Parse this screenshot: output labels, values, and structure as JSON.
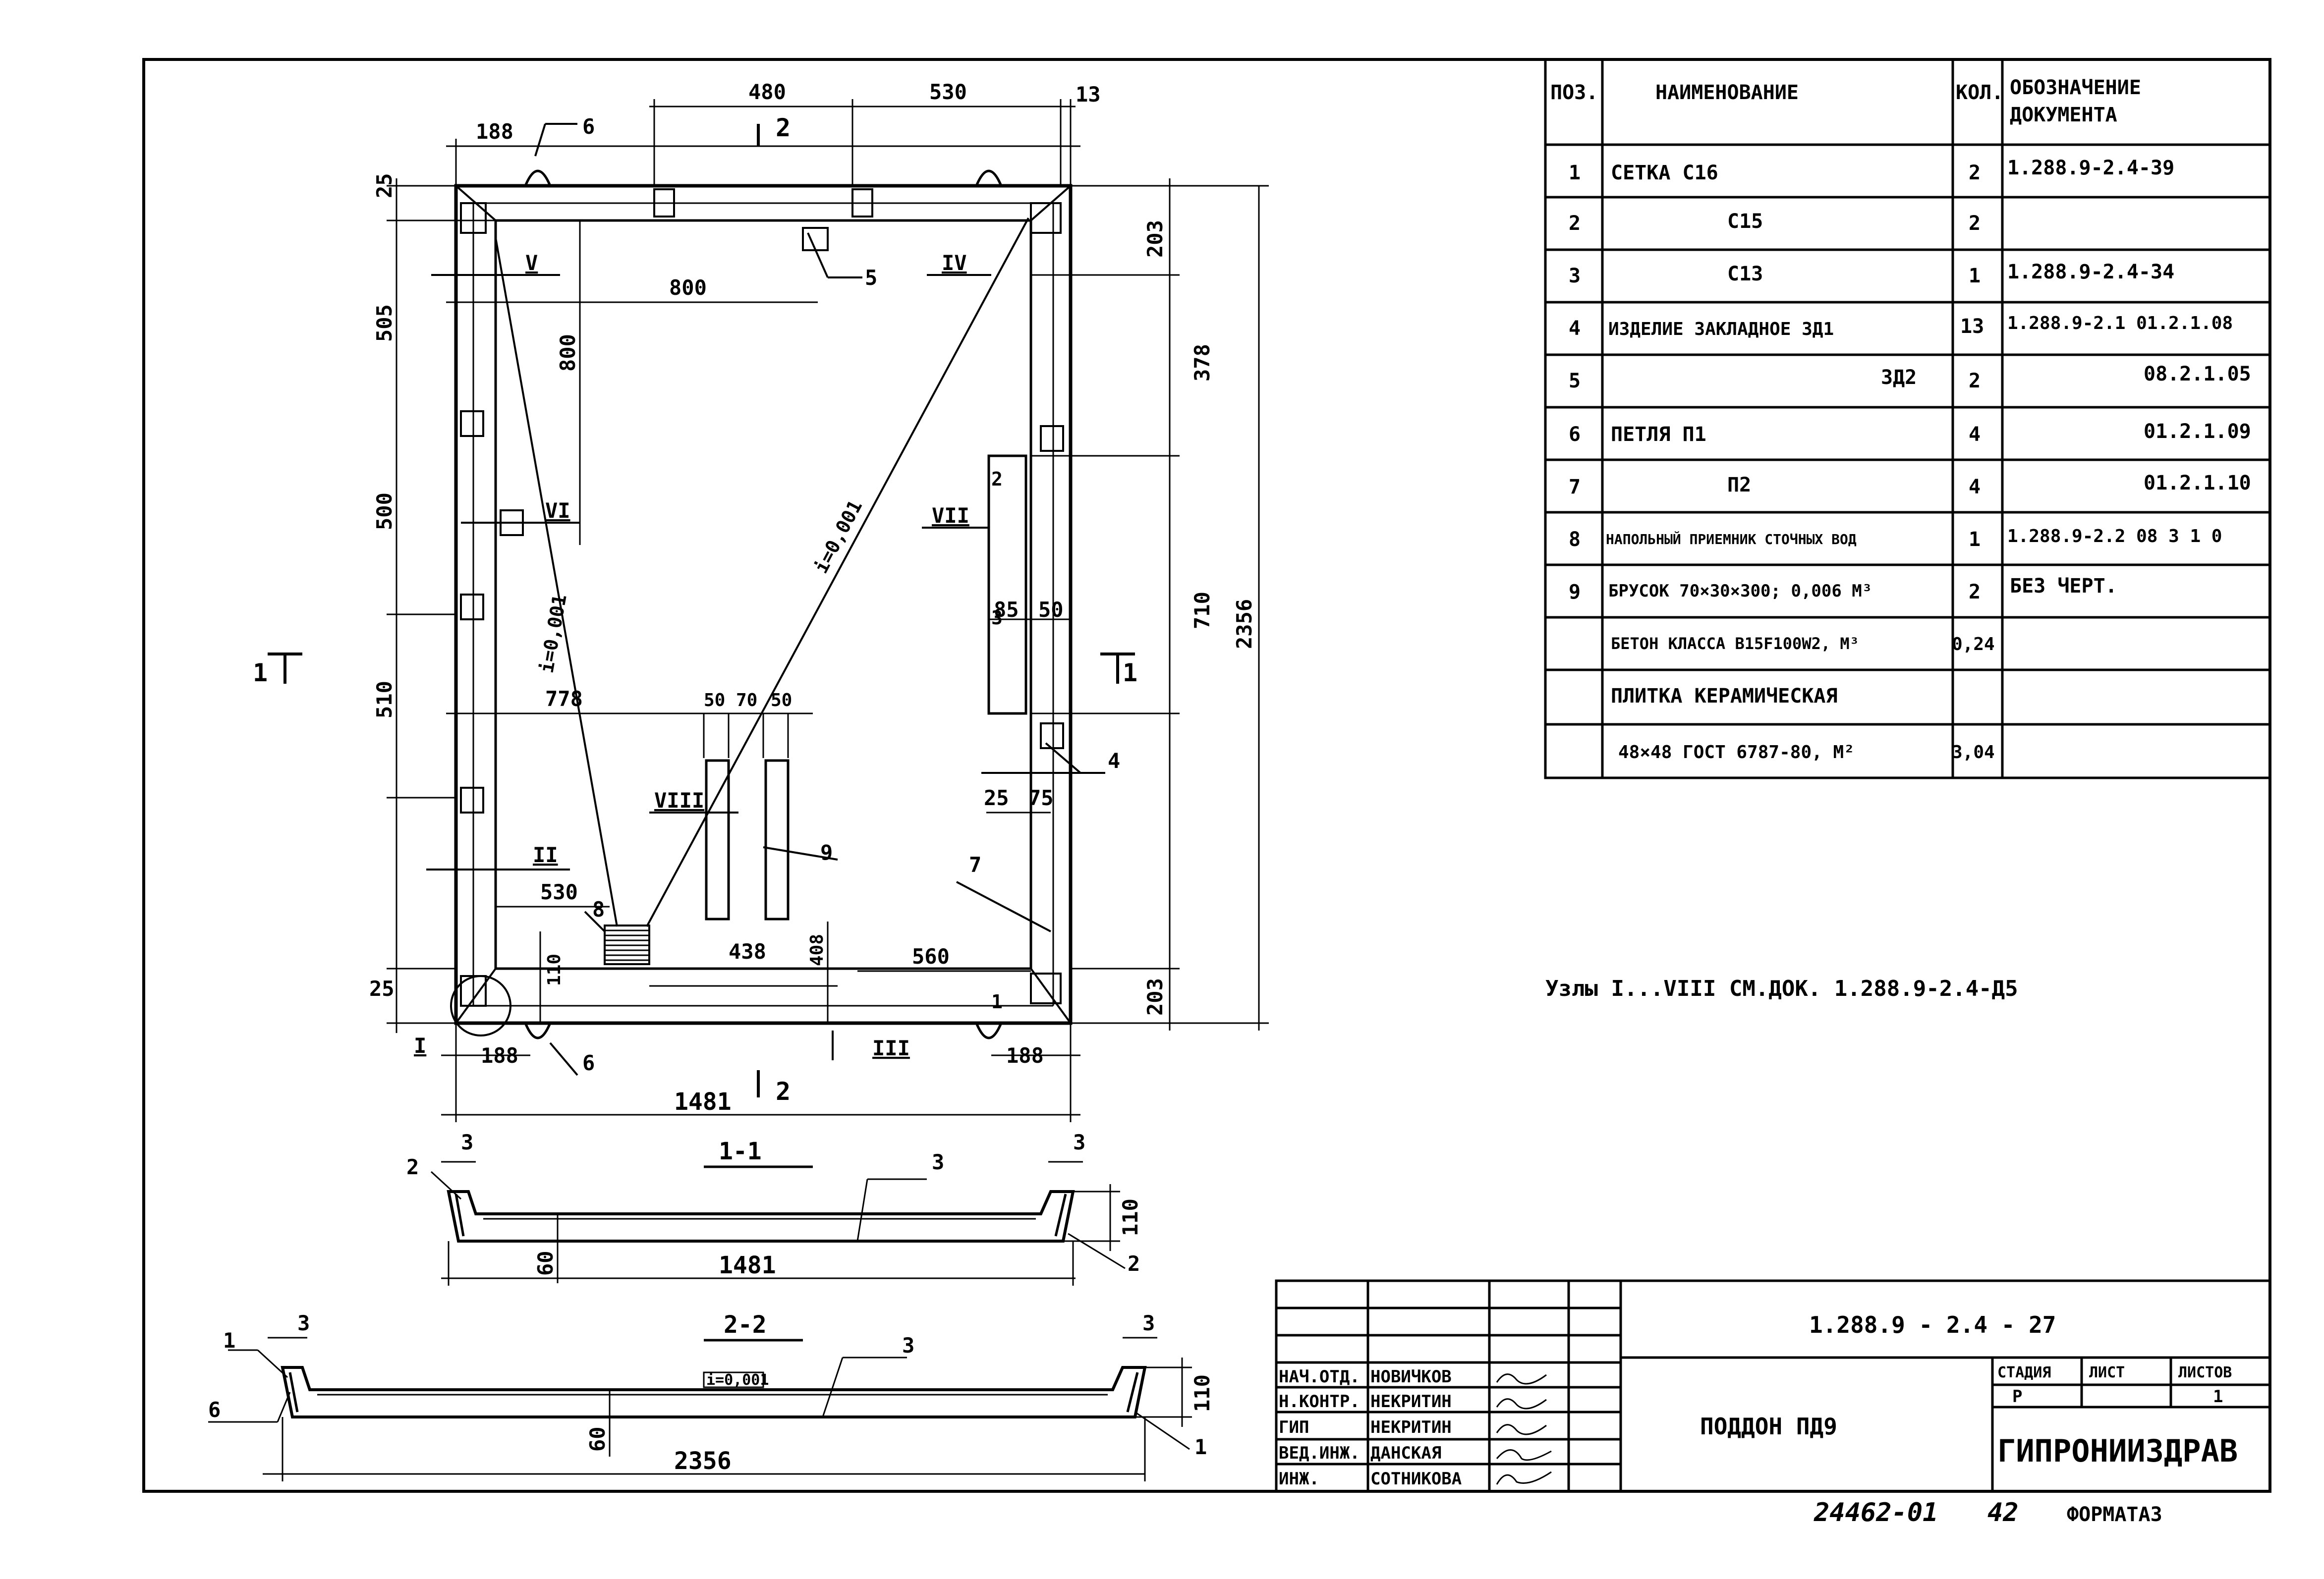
{
  "spec_table": {
    "headers": {
      "pos": "ПОЗ.",
      "name": "НАИМЕНОВАНИЕ",
      "qty": "КОЛ.",
      "doc_line1": "ОБОЗНАЧЕНИЕ",
      "doc_line2": "ДОКУМЕНТА"
    },
    "rows": [
      {
        "pos": "1",
        "name": "СЕТКА   С16",
        "qty": "2",
        "doc": "1.288.9-2.4-39"
      },
      {
        "pos": "2",
        "name": "С15",
        "qty": "2",
        "doc": ""
      },
      {
        "pos": "3",
        "name": "С13",
        "qty": "1",
        "doc": "1.288.9-2.4-34"
      },
      {
        "pos": "4",
        "name": "ИЗДЕЛИЕ ЗАКЛАДНОЕ  ЗД1",
        "qty": "13",
        "doc": "1.288.9-2.1 01.2.1.08"
      },
      {
        "pos": "5",
        "name": "ЗД2",
        "qty": "2",
        "doc": "08.2.1.05"
      },
      {
        "pos": "6",
        "name": "ПЕТЛЯ    П1",
        "qty": "4",
        "doc": "01.2.1.09"
      },
      {
        "pos": "7",
        "name": "П2",
        "qty": "4",
        "doc": "01.2.1.10"
      },
      {
        "pos": "8",
        "name": "НАПОЛЬНЫЙ ПРИЕМНИК СТОЧНЫХ ВОД",
        "qty": "1",
        "doc": "1.288.9-2.2 08 3 1 0"
      },
      {
        "pos": "9",
        "name": "БРУСОК 70×30×300; 0,006 М³",
        "qty": "2",
        "doc": "БЕЗ  ЧЕРТ."
      },
      {
        "pos": "",
        "name": "БЕТОН КЛАССА В15F100W2, М³",
        "qty": "0,24",
        "doc": ""
      },
      {
        "pos": "",
        "name": "ПЛИТКА  КЕРАМИЧЕСКАЯ",
        "qty": "",
        "doc": ""
      },
      {
        "pos": "",
        "name": "48×48   ГОСТ 6787-80, М²",
        "qty": "3,04",
        "doc": ""
      }
    ]
  },
  "note": "Узлы  I...VIII  СМ.ДОК.  1.288.9-2.4-Д5",
  "plan": {
    "dims_top": [
      "188",
      "480",
      "530",
      "13"
    ],
    "dims_left": [
      "25",
      "505",
      "500",
      "510",
      "25"
    ],
    "dims_right": [
      "203",
      "378",
      "710",
      "2356",
      "203"
    ],
    "dims_bottom": [
      "188",
      "188",
      "1481"
    ],
    "dims_inner": [
      "800",
      "800",
      "778",
      "50",
      "70",
      "50",
      "85",
      "50",
      "25",
      "75",
      "530",
      "110",
      "438",
      "408",
      "560"
    ],
    "slopes": [
      "i=0,001",
      "i=0,001"
    ],
    "nodes": [
      "I",
      "II",
      "III",
      "IV",
      "V",
      "VI",
      "VII",
      "VIII"
    ],
    "section_marks": [
      "1",
      "1",
      "2",
      "2"
    ],
    "callouts": [
      "1",
      "2",
      "3",
      "4",
      "5",
      "6",
      "6",
      "7",
      "8",
      "9"
    ]
  },
  "section_1_1": {
    "title": "1-1",
    "dims": [
      "3",
      "3",
      "110",
      "60",
      "1481"
    ],
    "callouts": [
      "2",
      "3",
      "2"
    ]
  },
  "section_2_2": {
    "title": "2-2",
    "dims": [
      "3",
      "3",
      "110",
      "60",
      "2356"
    ],
    "slope": "i=0,001",
    "callouts": [
      "1",
      "6",
      "3",
      "1"
    ]
  },
  "title_block": {
    "doc_number": "1.288.9 - 2.4 - 27",
    "title": "ПОДДОН  ПД9",
    "stage_label": "СТАДИЯ",
    "sheet_label": "ЛИСТ",
    "sheets_label": "ЛИСТОВ",
    "stage": "Р",
    "sheet": "",
    "sheets": "1",
    "organization": "ГИПРОНИИЗДРАВ",
    "staff": [
      {
        "role": "НАЧ.ОТД.",
        "name": "НОВИЧКОВ"
      },
      {
        "role": "Н.КОНТР.",
        "name": "НЕКРИТИН"
      },
      {
        "role": "ГИП",
        "name": "НЕКРИТИН"
      },
      {
        "role": "ВЕД.ИНЖ.",
        "name": "ДАНСКАЯ"
      },
      {
        "role": "ИНЖ.",
        "name": "СОТНИКОВА"
      }
    ]
  },
  "footer": {
    "inventory": "24462-01",
    "page": "42",
    "format": "ФОРМАТА3"
  }
}
